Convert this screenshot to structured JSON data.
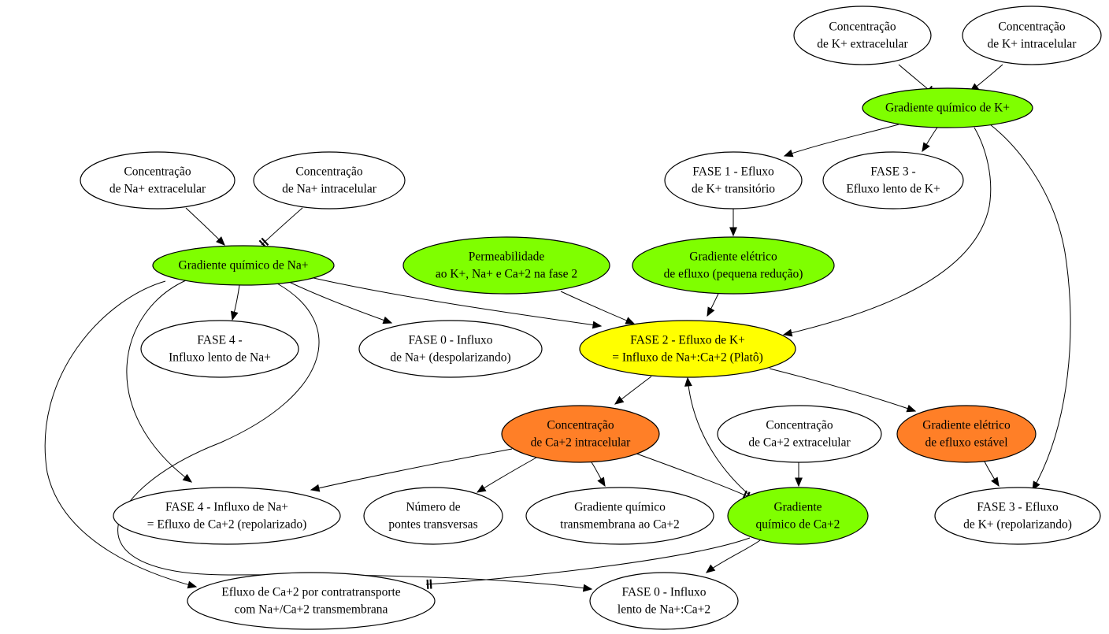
{
  "colors": {
    "white": "#ffffff",
    "green": "#7fff00",
    "yellow": "#ffff00",
    "orange": "#ff7f27"
  },
  "nodes": {
    "k_extra": {
      "lines": [
        "Concentração",
        "de K+ extracelular"
      ],
      "fill": "white"
    },
    "k_intra": {
      "lines": [
        "Concentração",
        "de K+ intracelular"
      ],
      "fill": "white"
    },
    "k_grad": {
      "lines": [
        "Gradiente químico de K+"
      ],
      "fill": "green"
    },
    "fase1": {
      "lines": [
        "FASE 1 - Efluxo",
        "de K+ transitório"
      ],
      "fill": "white"
    },
    "fase3_lento": {
      "lines": [
        "FASE 3 -",
        "Efluxo lento de K+"
      ],
      "fill": "white"
    },
    "na_extra": {
      "lines": [
        "Concentração",
        "de Na+ extracelular"
      ],
      "fill": "white"
    },
    "na_intra": {
      "lines": [
        "Concentração",
        "de Na+ intracelular"
      ],
      "fill": "white"
    },
    "na_grad": {
      "lines": [
        "Gradiente químico de Na+"
      ],
      "fill": "green"
    },
    "permeab": {
      "lines": [
        "Permeabilidade",
        "ao K+, Na+ e Ca+2 na fase 2"
      ],
      "fill": "green"
    },
    "grad_el_red": {
      "lines": [
        "Gradiente elétrico",
        "de efluxo (pequena redução)"
      ],
      "fill": "green"
    },
    "fase4_lento": {
      "lines": [
        "FASE 4 -",
        "Influxo lento de Na+"
      ],
      "fill": "white"
    },
    "fase0_na": {
      "lines": [
        "FASE 0 - Influxo",
        "de Na+ (despolarizando)"
      ],
      "fill": "white"
    },
    "fase2": {
      "lines": [
        "FASE 2 - Efluxo de K+",
        "= Influxo de Na+:Ca+2 (Platô)"
      ],
      "fill": "yellow"
    },
    "ca_intra": {
      "lines": [
        "Concentração",
        "de Ca+2 intracelular"
      ],
      "fill": "orange"
    },
    "ca_extra": {
      "lines": [
        "Concentração",
        "de Ca+2 extracelular"
      ],
      "fill": "white"
    },
    "grad_el_est": {
      "lines": [
        "Gradiente elétrico",
        "de efluxo estável"
      ],
      "fill": "orange"
    },
    "fase4_ca": {
      "lines": [
        "FASE 4 - Influxo de Na+",
        "= Efluxo de Ca+2 (repolarizado)"
      ],
      "fill": "white"
    },
    "pontes": {
      "lines": [
        "Número de",
        "pontes transversas"
      ],
      "fill": "white"
    },
    "ca_grad_tm": {
      "lines": [
        "Gradiente químico",
        "transmembrana ao Ca+2"
      ],
      "fill": "white"
    },
    "ca_grad": {
      "lines": [
        "Gradiente",
        "químico de Ca+2"
      ],
      "fill": "green"
    },
    "fase3_repol": {
      "lines": [
        "FASE 3 - Efluxo",
        "de K+ (repolarizando)"
      ],
      "fill": "white"
    },
    "efluxo_ca": {
      "lines": [
        "Efluxo de Ca+2 por contratransporte",
        "com Na+/Ca+2 transmembrana"
      ],
      "fill": "white"
    },
    "fase0_lento": {
      "lines": [
        "FASE 0 - Influxo",
        "lento de Na+:Ca+2"
      ],
      "fill": "white"
    }
  },
  "edges": [
    {
      "from": "k_extra",
      "to": "k_grad",
      "type": "inhibit"
    },
    {
      "from": "k_intra",
      "to": "k_grad",
      "type": "activate"
    },
    {
      "from": "k_grad",
      "to": "fase1",
      "type": "activate"
    },
    {
      "from": "k_grad",
      "to": "fase3_lento",
      "type": "activate"
    },
    {
      "from": "k_grad",
      "to": "fase2",
      "type": "activate"
    },
    {
      "from": "k_grad",
      "to": "fase3_repol",
      "type": "activate"
    },
    {
      "from": "fase1",
      "to": "grad_el_red",
      "type": "activate"
    },
    {
      "from": "na_extra",
      "to": "na_grad",
      "type": "activate"
    },
    {
      "from": "na_intra",
      "to": "na_grad",
      "type": "inhibit"
    },
    {
      "from": "na_grad",
      "to": "fase4_lento",
      "type": "activate"
    },
    {
      "from": "na_grad",
      "to": "fase0_na",
      "type": "activate"
    },
    {
      "from": "na_grad",
      "to": "fase2",
      "type": "activate"
    },
    {
      "from": "na_grad",
      "to": "fase4_ca",
      "type": "activate"
    },
    {
      "from": "na_grad",
      "to": "efluxo_ca",
      "type": "activate"
    },
    {
      "from": "na_grad",
      "to": "fase0_lento",
      "type": "activate"
    },
    {
      "from": "permeab",
      "to": "fase2",
      "type": "activate"
    },
    {
      "from": "grad_el_red",
      "to": "fase2",
      "type": "activate"
    },
    {
      "from": "fase2",
      "to": "ca_intra",
      "type": "activate"
    },
    {
      "from": "fase2",
      "to": "grad_el_est",
      "type": "activate"
    },
    {
      "from": "ca_intra",
      "to": "fase4_ca",
      "type": "activate"
    },
    {
      "from": "ca_intra",
      "to": "pontes",
      "type": "activate"
    },
    {
      "from": "ca_intra",
      "to": "ca_grad_tm",
      "type": "activate"
    },
    {
      "from": "ca_intra",
      "to": "ca_grad",
      "type": "inhibit"
    },
    {
      "from": "ca_extra",
      "to": "ca_grad",
      "type": "activate"
    },
    {
      "from": "ca_grad",
      "to": "fase2",
      "type": "activate"
    },
    {
      "from": "ca_grad",
      "to": "fase0_lento",
      "type": "activate"
    },
    {
      "from": "ca_grad",
      "to": "efluxo_ca",
      "type": "inhibit"
    },
    {
      "from": "grad_el_est",
      "to": "fase3_repol",
      "type": "activate"
    }
  ]
}
